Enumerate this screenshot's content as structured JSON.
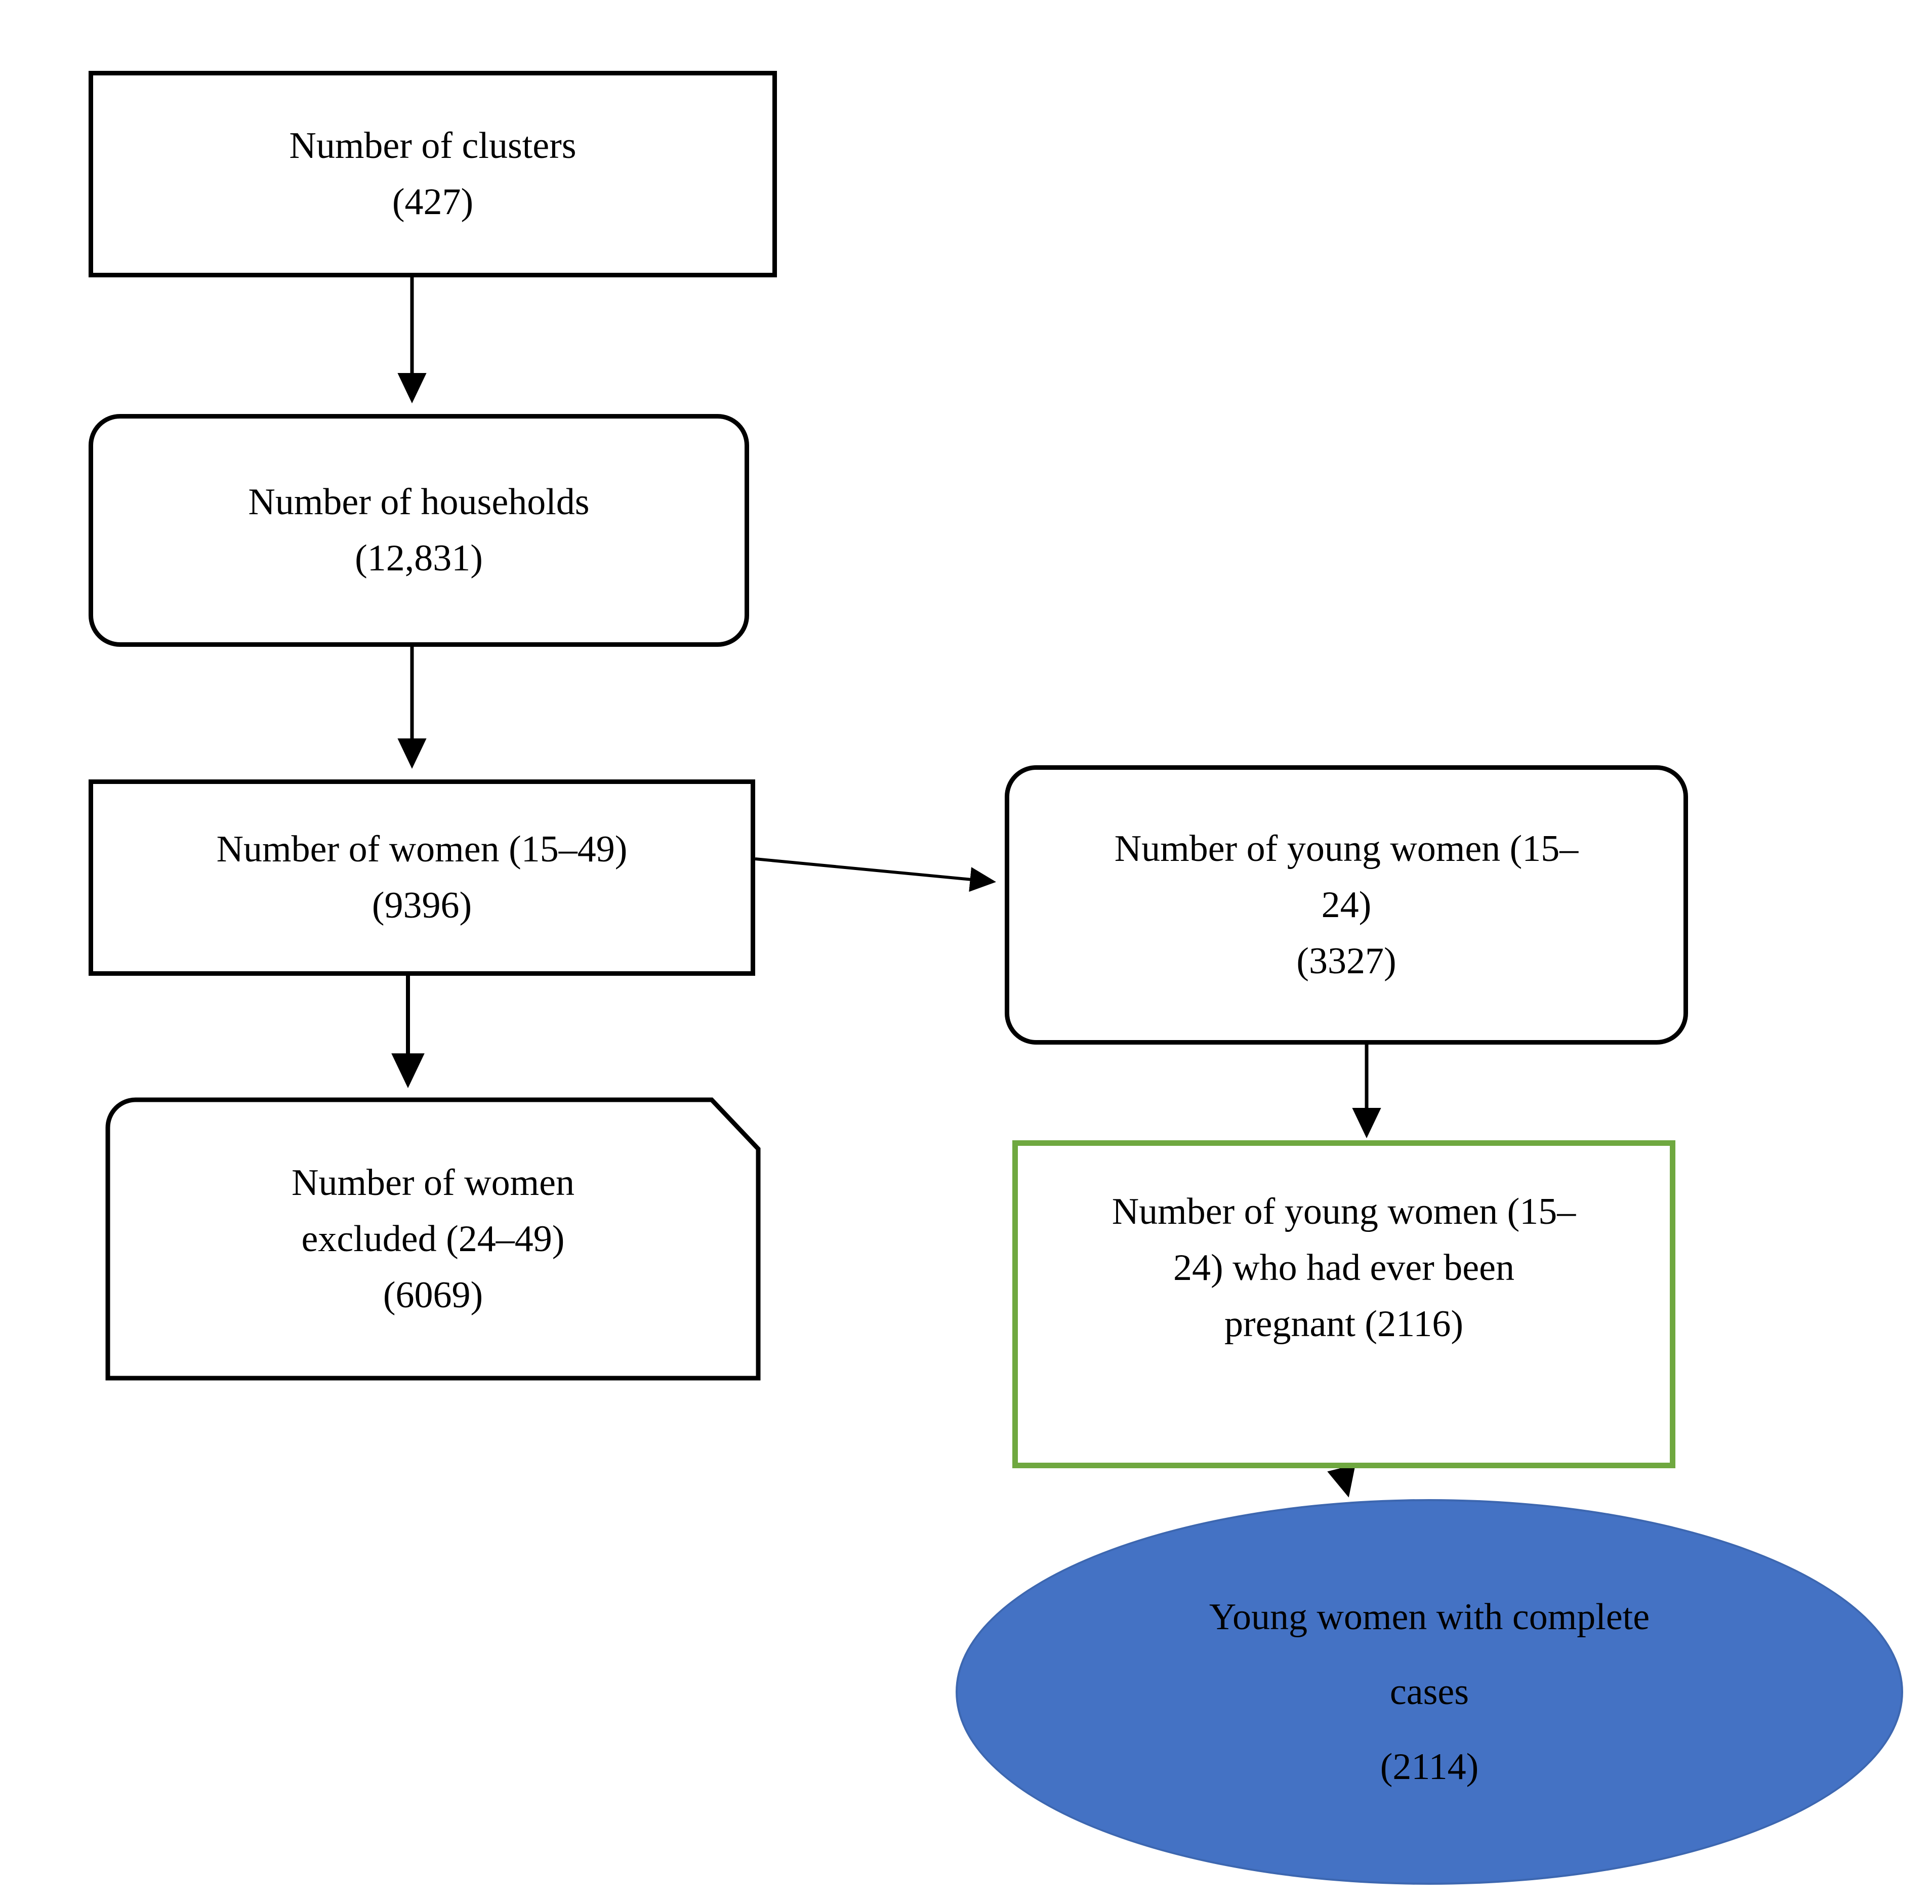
{
  "diagram": {
    "title": "Study participant selection flow",
    "colors": {
      "node_border": "#000000",
      "green_border": "#6FA840",
      "ellipse_fill": "#4472C4",
      "ellipse_border": "#3D67B0",
      "arrow": "#000000",
      "background": "#FFFFFF"
    },
    "nodes": {
      "clusters": {
        "shape": "rectangle",
        "line1": "Number of clusters",
        "line2": "(427)"
      },
      "households": {
        "shape": "rounded-rectangle",
        "line1": "Number of households",
        "line2": "(12,831)"
      },
      "women": {
        "shape": "rectangle",
        "line1": "Number of women (15–49)",
        "line2": "(9396)"
      },
      "women_excluded": {
        "shape": "bevel-corner-rectangle",
        "line1": "Number of women",
        "line2": "excluded (24–49)",
        "line3": "(6069)"
      },
      "young_women": {
        "shape": "rounded-rectangle",
        "line1": "Number of young women (15–",
        "line2": "24)",
        "line3": "(3327)"
      },
      "ever_pregnant": {
        "shape": "rectangle-green-outline",
        "line1": "Number of young women (15–",
        "line2": "24) who had ever been",
        "line3": "pregnant (2116)"
      },
      "complete_cases": {
        "shape": "ellipse",
        "line1": "Young women with complete",
        "line2": "cases",
        "line3": "(2114)"
      }
    },
    "edges": [
      {
        "id": "clusters-to-households",
        "from": "clusters",
        "to": "households",
        "direction": "down",
        "arrowhead": "filled-triangle"
      },
      {
        "id": "households-to-women",
        "from": "households",
        "to": "women",
        "direction": "down",
        "arrowhead": "filled-triangle"
      },
      {
        "id": "women-to-excluded",
        "from": "women",
        "to": "women_excluded",
        "direction": "down",
        "arrowhead": "filled-triangle"
      },
      {
        "id": "women-to-young-women",
        "from": "women",
        "to": "young_women",
        "direction": "right",
        "arrowhead": "filled-triangle"
      },
      {
        "id": "young-women-to-ever-pregnant",
        "from": "young_women",
        "to": "ever_pregnant",
        "direction": "down",
        "arrowhead": "filled-triangle"
      },
      {
        "id": "ever-pregnant-to-complete",
        "from": "ever_pregnant",
        "to": "complete_cases",
        "direction": "down",
        "arrowhead": "filled-triangle"
      }
    ]
  }
}
